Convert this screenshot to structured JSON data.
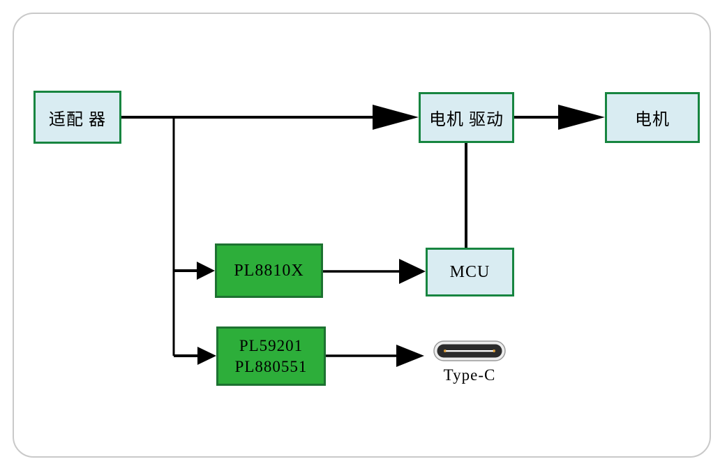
{
  "nodes": {
    "adapter": {
      "label": "适配 器"
    },
    "motor_driver": {
      "label": "电机 驱动"
    },
    "motor": {
      "label": "电机"
    },
    "pl8810x": {
      "label": "PL8810X"
    },
    "mcu": {
      "label": "MCU"
    },
    "typec_bridge": {
      "label_line1": "PL59201",
      "label_line2": "PL880551"
    }
  },
  "typec": {
    "label": "Type-C"
  },
  "colors": {
    "light_box_fill": "#d9ecf2",
    "light_box_border": "#178540",
    "green_box_fill": "#2dae3a",
    "green_box_border": "#1d7231",
    "connector": "#000000",
    "frame_border": "#c9c9c9",
    "typec_body": "#2b2b2b",
    "typec_shell": "#ededed",
    "typec_shell_outline": "#9a9a9a",
    "typec_pin_line": "#ffffff",
    "typec_pin_tip": "#d79b3c"
  }
}
